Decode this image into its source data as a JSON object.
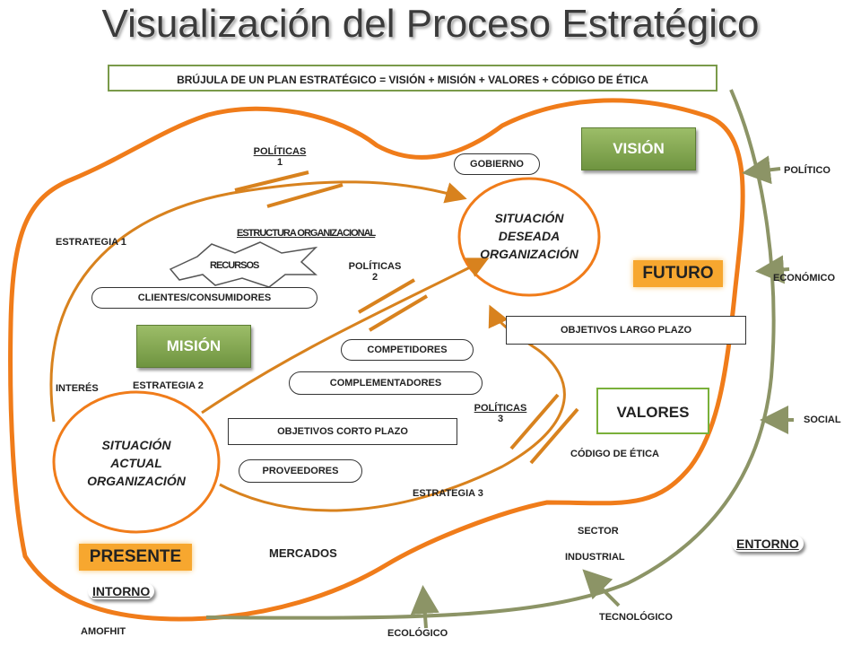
{
  "title": "Visualización del Proceso Estratégico",
  "compass": "BRÚJULA DE UN PLAN ESTRATÉGICO = VISIÓN + MISIÓN + VALORES + CÓDIGO DE ÉTICA",
  "vision": "VISIÓN",
  "mision": "MISIÓN",
  "futuro": "FUTURO",
  "presente": "PRESENTE",
  "valores": "VALORES",
  "situacion_deseada": [
    "SITUACIÓN",
    "DESEADA",
    "ORGANIZACIÓN"
  ],
  "situacion_actual": [
    "SITUACIÓN",
    "ACTUAL",
    "ORGANIZACIÓN"
  ],
  "politicas1": [
    "POLÍTICAS",
    "1"
  ],
  "politicas2": [
    "POLÍTICAS",
    "2"
  ],
  "politicas3": [
    "POLÍTICAS",
    "3"
  ],
  "estrategia1": "ESTRATEGIA 1",
  "estrategia2": "ESTRATEGIA 2",
  "estrategia3": "ESTRATEGIA 3",
  "estructura": "ESTRUCTURA ORGANIZACIONAL",
  "recursos": "RECURSOS",
  "gobierno": "GOBIERNO",
  "clientes": "CLIENTES/CONSUMIDORES",
  "competidores": "COMPETIDORES",
  "complementadores": "COMPLEMENTADORES",
  "objetivos_corto": "OBJETIVOS CORTO PLAZO",
  "objetivos_largo": "OBJETIVOS LARGO PLAZO",
  "proveedores": "PROVEEDORES",
  "interes": "INTERÉS",
  "codigo_etica": "CÓDIGO DE ÉTICA",
  "mercados": "MERCADOS",
  "sector": [
    "SECTOR",
    "INDUSTRIAL"
  ],
  "intorno": "INTORNO",
  "entorno": "ENTORNO",
  "environment": {
    "politico": "POLÍTICO",
    "economico": "ECONÓMICO",
    "social": "SOCIAL",
    "tecnologico": "TECNOLÓGICO",
    "ecologico": "ECOLÓGICO",
    "amofhit": "AMOFHIT"
  },
  "colors": {
    "orange": "#f07c1a",
    "arrow": "#d8821e",
    "olive": "#8c9466",
    "green_btn": "#7ea04c"
  }
}
